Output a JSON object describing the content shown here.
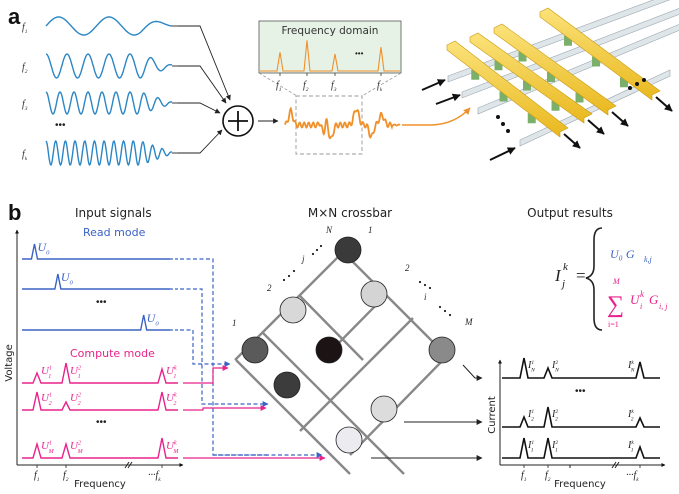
{
  "panel_a": {
    "label": "a",
    "signals": [
      {
        "label": "f",
        "sub": "1",
        "cycles": 2.5
      },
      {
        "label": "f",
        "sub": "2",
        "cycles": 6
      },
      {
        "label": "f",
        "sub": "3",
        "cycles": 9
      },
      {
        "label": "f",
        "sub": "k",
        "cycles": 13
      }
    ],
    "signals_ellipsis": "•••",
    "sum_symbol": "+",
    "freq_domain": {
      "title": "Frequency domain",
      "ticks": [
        {
          "label": "f",
          "sub": "1",
          "peak": 0.55
        },
        {
          "label": "f",
          "sub": "2",
          "peak": 0.9
        },
        {
          "label": "f",
          "sub": "3",
          "peak": 0.5
        },
        {
          "label": "f",
          "sub": "k",
          "peak": 0.7
        }
      ],
      "ellipsis": "•••"
    },
    "colors": {
      "wave": "#2b86c5",
      "sum_signal": "#f0902a",
      "freq_bg": "#e6f2e6",
      "bar": "#f2c530",
      "pillar": "#7ab06a"
    }
  },
  "panel_b": {
    "label": "b",
    "input": {
      "title": "Input signals",
      "read_mode_label": "Read mode",
      "compute_mode_label": "Compute mode",
      "ylabel": "Voltage",
      "xlabel": "Frequency",
      "x_ticks": [
        {
          "label": "f",
          "sub": "1"
        },
        {
          "label": "f",
          "sub": "2"
        },
        {
          "label": "···f",
          "sub": "k"
        }
      ],
      "read_rows": [
        {
          "label": "U",
          "sub": "0",
          "peak_pos": 0.08
        },
        {
          "label": "U",
          "sub": "0",
          "peak_pos": 0.23
        },
        {
          "label": "U",
          "sub": "0",
          "peak_pos": 0.78
        }
      ],
      "read_ellipsis": "•••",
      "compute_rows": [
        {
          "peaks": [
            {
              "label": "U",
              "sup": "1",
              "sub": "1",
              "h": 0.5
            },
            {
              "label": "U",
              "sup": "2",
              "sub": "1",
              "h": 1.0
            },
            {
              "label": "U",
              "sup": "k",
              "sub": "1",
              "h": 0.7
            }
          ]
        },
        {
          "peaks": [
            {
              "label": "U",
              "sup": "1",
              "sub": "2",
              "h": 0.9
            },
            {
              "label": "U",
              "sup": "2",
              "sub": "2",
              "h": 0.4
            },
            {
              "label": "U",
              "sup": "k",
              "sub": "2",
              "h": 0.9
            }
          ]
        },
        {
          "peaks": [
            {
              "label": "U",
              "sup": "1",
              "sub": "M",
              "h": 0.7
            },
            {
              "label": "U",
              "sup": "2",
              "sub": "M",
              "h": 0.7
            },
            {
              "label": "U",
              "sup": "k",
              "sub": "M",
              "h": 1.0
            }
          ]
        }
      ],
      "compute_ellipsis": "•••"
    },
    "crossbar": {
      "title": "M×N  crossbar",
      "labels": {
        "n": "N",
        "one_left": "1",
        "two_left": "2",
        "j": "j",
        "one_right": "1",
        "two_right": "2",
        "i": "i",
        "m": "M"
      },
      "node_shades": [
        "#3a3a3a",
        "#d4d4d4",
        "#d8d8d8",
        "#5a5a5a",
        "#1c1414",
        "#8a8a8a",
        "#3c3c3c",
        "#dcdcdc",
        "#ececf0"
      ]
    },
    "output": {
      "title": "Output results",
      "ylabel": "Current",
      "xlabel": "Frequency",
      "x_ticks": [
        {
          "label": "f",
          "sub": "1"
        },
        {
          "label": "f",
          "sub": "2"
        },
        {
          "label": "···f",
          "sub": "k"
        }
      ],
      "rows": [
        {
          "peaks": [
            {
              "label": "I",
              "sup": "1",
              "sub": "N",
              "h": 1.0
            },
            {
              "label": "I",
              "sup": "2",
              "sub": "N",
              "h": 0.5
            },
            {
              "label": "I",
              "sup": "k",
              "sub": "N",
              "h": 0.8
            }
          ]
        },
        {
          "peaks": [
            {
              "label": "I",
              "sup": "1",
              "sub": "2",
              "h": 0.5
            },
            {
              "label": "I",
              "sup": "2",
              "sub": "2",
              "h": 1.0
            },
            {
              "label": "I",
              "sup": "k",
              "sub": "2",
              "h": 0.45
            }
          ]
        },
        {
          "peaks": [
            {
              "label": "I",
              "sup": "1",
              "sub": "1",
              "h": 1.0
            },
            {
              "label": "I",
              "sup": "2",
              "sub": "1",
              "h": 1.0
            },
            {
              "label": "I",
              "sup": "k",
              "sub": "1",
              "h": 0.55
            }
          ]
        }
      ],
      "ellipsis": "•••"
    },
    "equation": {
      "lhs": "I",
      "lhs_sup": "k",
      "lhs_sub": "j",
      "equals": "=",
      "read_case": "U₀ G",
      "read_case_sub": "k,j",
      "compute_sum_top": "M",
      "compute_sum_bottom": "i=1",
      "compute_case": "U",
      "compute_case_sup": "k",
      "compute_case_sub": "i",
      "compute_case_g": "G",
      "compute_case_g_sub": "i, j"
    },
    "colors": {
      "read": "#3b63c4",
      "compute": "#e8238a",
      "output": "#111111"
    }
  }
}
